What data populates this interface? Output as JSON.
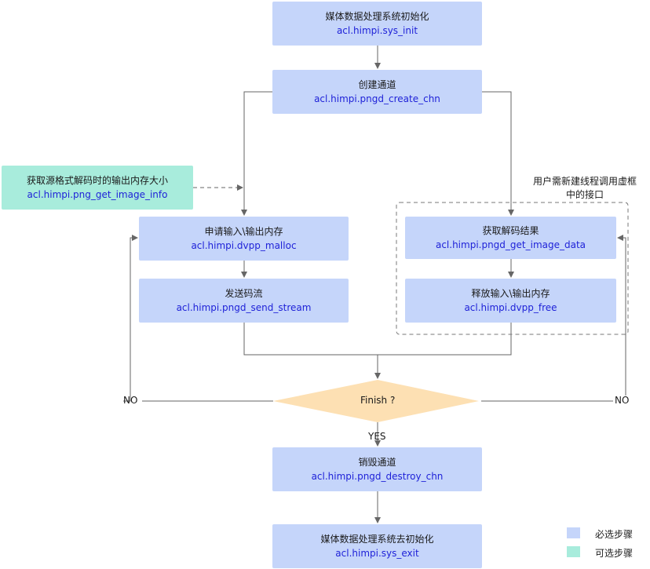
{
  "steps": {
    "sys_init": {
      "title": "媒体数据处理系统初始化",
      "api": "acl.himpi.sys_init"
    },
    "create_chn": {
      "title": "创建通道",
      "api": "acl.himpi.pngd_create_chn"
    },
    "get_image_info": {
      "title": "获取源格式解码时的输出内存大小",
      "api": "acl.himpi.png_get_image_info"
    },
    "malloc": {
      "title": "申请输入\\输出内存",
      "api": "acl.himpi.dvpp_malloc"
    },
    "send_stream": {
      "title": "发送码流",
      "api": "acl.himpi.pngd_send_stream"
    },
    "get_image_data": {
      "title": "获取解码结果",
      "api": "acl.himpi.pngd_get_image_data"
    },
    "free": {
      "title": "释放输入\\输出内存",
      "api": "acl.himpi.dvpp_free"
    },
    "destroy_chn": {
      "title": "销毁通道",
      "api": "acl.himpi.pngd_destroy_chn"
    },
    "sys_exit": {
      "title": "媒体数据处理系统去初始化",
      "api": "acl.himpi.sys_exit"
    }
  },
  "decision": {
    "label": "Finish ?",
    "no_left": "NO",
    "no_right": "NO",
    "yes": "YES"
  },
  "thread_note": {
    "line1": "用户需新建线程调用虚框",
    "line2": "中的接口"
  },
  "legend": {
    "required": {
      "label": "必选步骤",
      "color": "#c5d5fa"
    },
    "optional": {
      "label": "可选步骤",
      "color": "#a8ecdc"
    }
  },
  "colors": {
    "required": "#c5d5fa",
    "optional": "#a8ecdc",
    "decision": "#fde0b3",
    "api_text": "#1f22d8"
  }
}
